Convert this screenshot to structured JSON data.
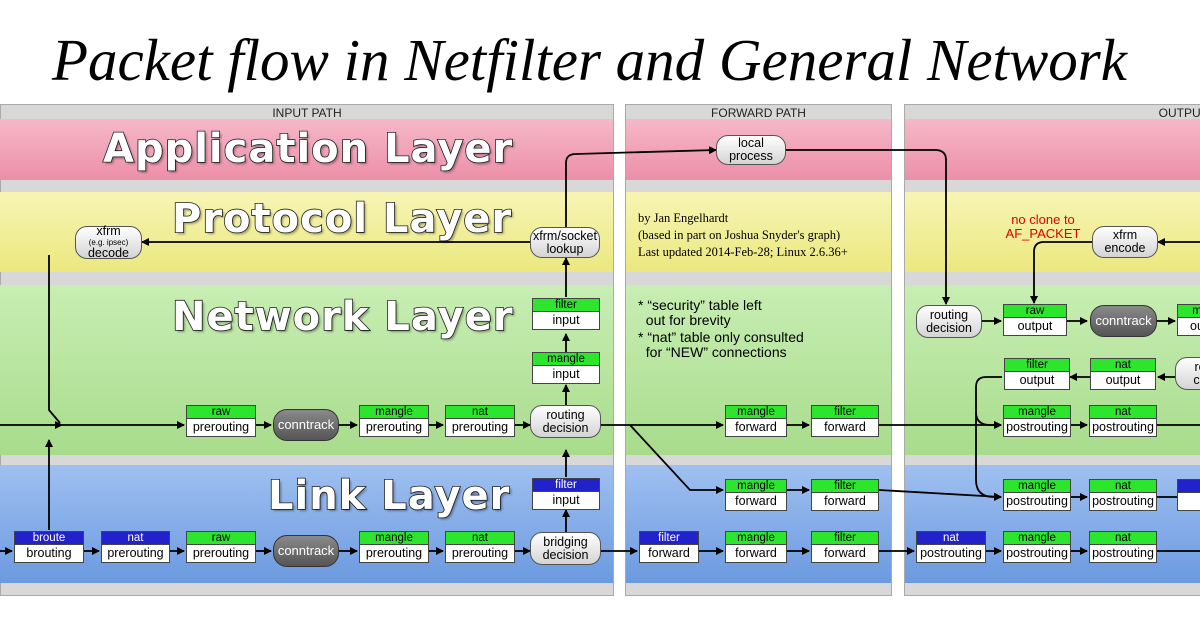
{
  "title": "Packet flow in Netfilter and General Network",
  "panels": {
    "input": "INPUT PATH",
    "forward": "FORWARD PATH",
    "output": "OUTPUT PATH"
  },
  "layers": {
    "application": "Application Layer",
    "protocol": "Protocol Layer",
    "network": "Network Layer",
    "link": "Link Layer"
  },
  "colors": {
    "application_band": "#f2a3b8",
    "protocol_band": "#f0ee9a",
    "network_band": "#b4e49a",
    "link_band": "#7aa7e8",
    "chain_green": "#2ee52e",
    "chain_blue": "#2222cc",
    "red_note": "#e00000"
  },
  "credits": {
    "line1": "by Jan Engelhardt",
    "line2": "(based in part on Joshua Snyder's graph)",
    "line3": "Last updated 2014-Feb-28; Linux 2.6.36+"
  },
  "notes": {
    "line1": "* “security” table left",
    "line2": "  out for brevity",
    "line3": "* “nat” table only consulted",
    "line4": "  for “NEW” connections"
  },
  "red_note": {
    "line1": "no clone to",
    "line2": "AF_PACKET"
  },
  "nodes": {
    "local_process": {
      "line1": "local",
      "line2": "process"
    },
    "xfrm_decode": {
      "line1": "xfrm",
      "line2": "(e.g. ipsec)",
      "line3": "decode"
    },
    "xfrm_socket": {
      "line1": "xfrm/socket",
      "line2": "lookup"
    },
    "xfrm_encode": {
      "line1": "xfrm",
      "line2": "encode"
    },
    "routing_decision_in": {
      "line1": "routing",
      "line2": "decision"
    },
    "routing_decision_out": {
      "line1": "routing",
      "line2": "decision"
    },
    "bridging_decision": {
      "line1": "bridging",
      "line2": "decision"
    },
    "reroute_check": {
      "line1": "re",
      "line2": "ch"
    },
    "conntrack_label": "conntrack"
  },
  "chains": {
    "filter_input_net": {
      "table": "filter",
      "chain": "input"
    },
    "mangle_input_net": {
      "table": "mangle",
      "chain": "input"
    },
    "raw_prerouting_net": {
      "table": "raw",
      "chain": "prerouting"
    },
    "mangle_prerouting_net": {
      "table": "mangle",
      "chain": "prerouting"
    },
    "nat_prerouting_net": {
      "table": "nat",
      "chain": "prerouting"
    },
    "filter_input_link": {
      "table": "filter",
      "chain": "input"
    },
    "broute_brouting": {
      "table": "broute",
      "chain": "brouting"
    },
    "nat_prerouting_link": {
      "table": "nat",
      "chain": "prerouting"
    },
    "raw_prerouting_link": {
      "table": "raw",
      "chain": "prerouting"
    },
    "mangle_prerouting_link": {
      "table": "mangle",
      "chain": "prerouting"
    },
    "nat_prerouting_link2": {
      "table": "nat",
      "chain": "prerouting"
    },
    "mangle_forward_net": {
      "table": "mangle",
      "chain": "forward"
    },
    "filter_forward_net": {
      "table": "filter",
      "chain": "forward"
    },
    "mangle_forward_link": {
      "table": "mangle",
      "chain": "forward"
    },
    "filter_forward_link": {
      "table": "filter",
      "chain": "forward"
    },
    "filter_forward_bridge": {
      "table": "filter",
      "chain": "forward"
    },
    "mangle_forward_bridge": {
      "table": "mangle",
      "chain": "forward"
    },
    "filter_forward_bridge2": {
      "table": "filter",
      "chain": "forward"
    },
    "raw_output": {
      "table": "raw",
      "chain": "output"
    },
    "mangle_output_partial": {
      "table": "m",
      "chain": "ou"
    },
    "filter_output": {
      "table": "filter",
      "chain": "output"
    },
    "nat_output": {
      "table": "nat",
      "chain": "output"
    },
    "mangle_postrouting_net": {
      "table": "mangle",
      "chain": "postrouting"
    },
    "nat_postrouting_net": {
      "table": "nat",
      "chain": "postrouting"
    },
    "mangle_postrouting_link": {
      "table": "mangle",
      "chain": "postrouting"
    },
    "nat_postrouting_link": {
      "table": "nat",
      "chain": "postrouting"
    },
    "nat_postrouting_bridge": {
      "table": "nat",
      "chain": "postrouting"
    },
    "mangle_postrouting_bridge": {
      "table": "mangle",
      "chain": "postrouting"
    },
    "nat_postrouting_bridge2": {
      "table": "nat",
      "chain": "postrouting"
    }
  }
}
